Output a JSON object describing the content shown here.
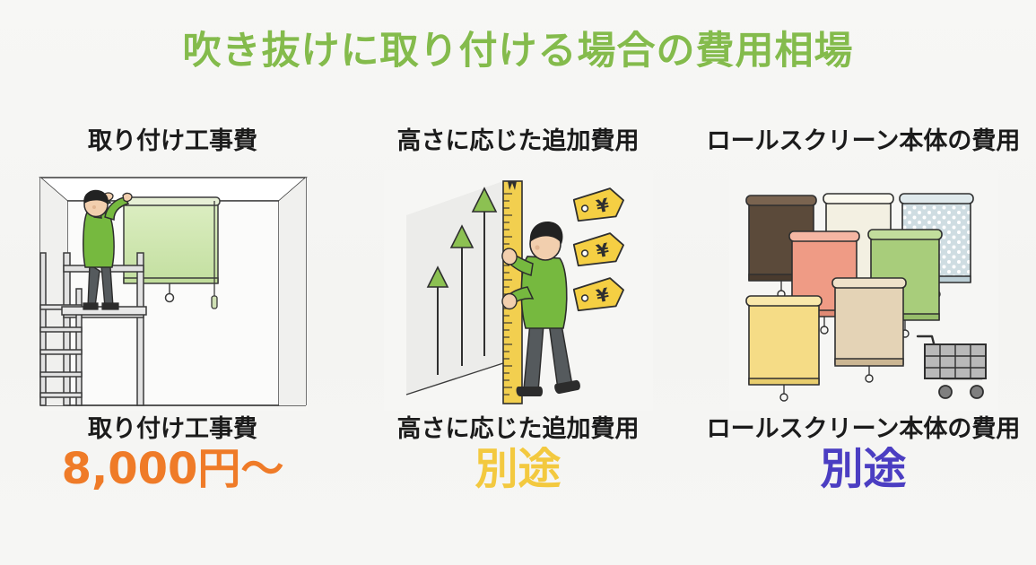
{
  "title": "吹き抜けに取り付ける場合の費用相場",
  "theme": {
    "background": "#f6f6f4",
    "title_color": "#84bb4c",
    "heading_color": "#1b1b1b",
    "orange": "#ef7b28",
    "yellow": "#f3c93f",
    "purple": "#4b3ec2"
  },
  "columns": [
    {
      "header": "取り付け工事費",
      "illustration": "worker-on-scaffold-installing-roller-screen",
      "footer_label": "取り付け工事費",
      "value": "8,000円〜",
      "value_color": "#ef7b28"
    },
    {
      "header": "高さに応じた追加費用",
      "illustration": "person-measuring-height-with-ruler-and-yen-tags",
      "footer_label": "高さに応じた追加費用",
      "value": "別途",
      "value_color": "#f3c93f"
    },
    {
      "header": "ロールスクリーン本体の費用",
      "illustration": "roller-screen-color-samples-with-shopping-cart",
      "footer_label": "ロールスクリーン本体の費用",
      "value": "別途",
      "value_color": "#4b3ec2"
    }
  ],
  "illustration_details": {
    "scaffold_scene": {
      "worker_shirt_color": "#76b93f",
      "worker_pants_color": "#4a4f52",
      "screen_color": "#cfe3ab",
      "ladder_color": "#d6d6d6"
    },
    "measure_scene": {
      "ruler_color": "#f2cf4f",
      "arrow_color": "#8cc152",
      "tag_color": "#f5cf43",
      "tag_symbol": "¥",
      "tag_count": 3,
      "arrow_count": 3
    },
    "samples_scene": {
      "screen_colors": [
        "#5b4a3a",
        "#f3f0e2",
        "#cfdde2",
        "#ef9b85",
        "#a8cd7b",
        "#f5dc86",
        "#e4d3b6"
      ],
      "cart_color": "#b9b9b9",
      "screen_count": 7
    }
  }
}
